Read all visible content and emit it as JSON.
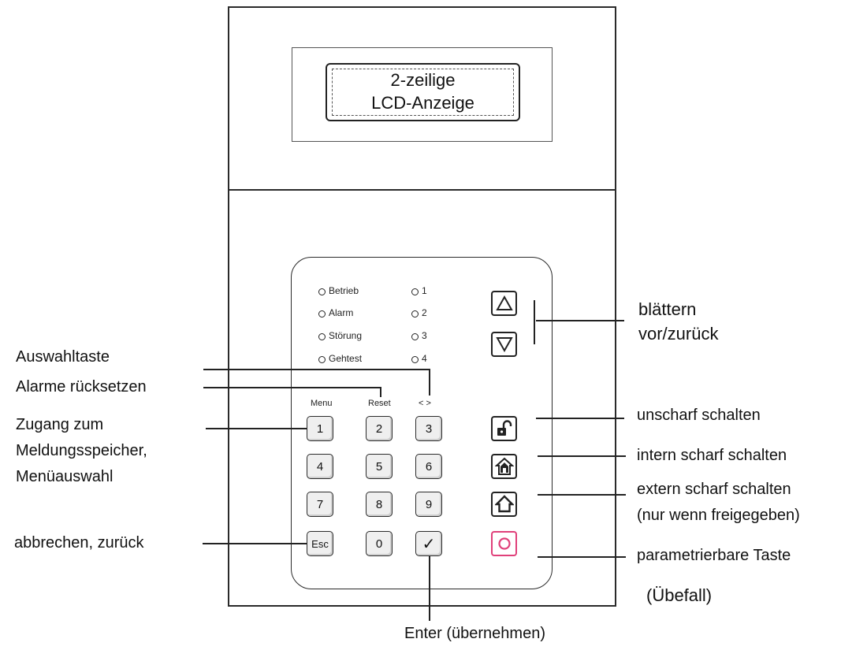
{
  "lcd": {
    "line1": "2-zeilige",
    "line2": "LCD-Anzeige"
  },
  "leds_left": [
    {
      "label": "Betrieb"
    },
    {
      "label": "Alarm"
    },
    {
      "label": "Störung"
    },
    {
      "label": "Gehtest"
    }
  ],
  "leds_right": [
    {
      "label": "1"
    },
    {
      "label": "2"
    },
    {
      "label": "3"
    },
    {
      "label": "4"
    }
  ],
  "key_labels": {
    "menu": "Menu",
    "reset": "Reset",
    "arrows": "<  >"
  },
  "keys": {
    "k1": "1",
    "k2": "2",
    "k3": "3",
    "k4": "4",
    "k5": "5",
    "k6": "6",
    "k7": "7",
    "k8": "8",
    "k9": "9",
    "esc": "Esc",
    "k0": "0",
    "enter": "✓"
  },
  "icons": {
    "up": "triangle-up-icon",
    "down": "triangle-down-icon",
    "unlock": "unlock-icon",
    "home_internal": "home-filled-icon",
    "home_external": "home-outline-icon",
    "parametric": "circle-icon"
  },
  "colors": {
    "parametric_key": "#e0407a"
  },
  "callouts": {
    "scroll_1": "blättern",
    "scroll_2": "vor/zurück",
    "select_key": "Auswahltaste",
    "reset_alarms": "Alarme rücksetzen",
    "access_1": "Zugang zum",
    "access_2": "Meldungsspeicher,",
    "access_3": "Menüauswahl",
    "cancel": "abbrechen, zurück",
    "disarm": "unscharf schalten",
    "arm_internal": "intern scharf schalten",
    "arm_external_1": "extern scharf schalten",
    "arm_external_2": "(nur wenn freigegeben)",
    "parametric": "parametrierbare Taste",
    "hold_up": "(Übefall)",
    "enter": "Enter (übernehmen)"
  }
}
